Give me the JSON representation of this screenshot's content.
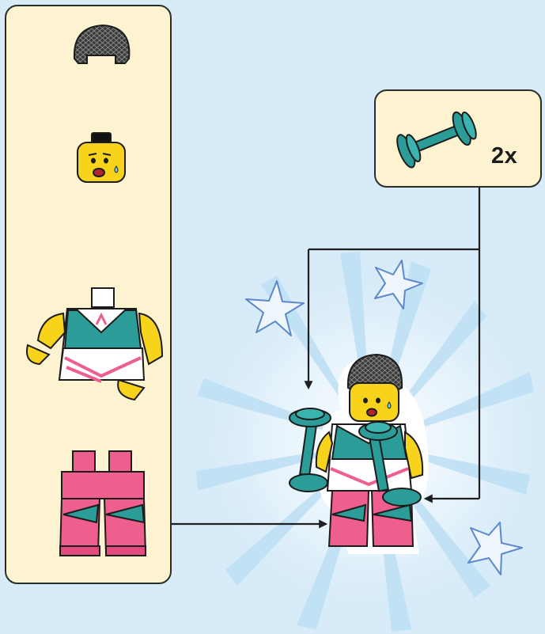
{
  "instruction_step": {
    "accessory_quantity": "2x",
    "parts": [
      "hair-piece",
      "minifigure-head",
      "torso-with-arms",
      "legs"
    ],
    "accessory": "teal-dumbbell",
    "result": "fitness-minifigure-holding-two-dumbbells"
  },
  "colors": {
    "background": "#d7ebf8",
    "panel": "#fdf3d1",
    "assembly_arrow": "#d93a3e",
    "pointer_arrow": "#1f1f1f",
    "teal": "#2b9c98",
    "pink": "#ee5f8e",
    "yellow": "#f8d31b",
    "hair": "#3a3a3a",
    "star_outline": "#5d88c9"
  }
}
